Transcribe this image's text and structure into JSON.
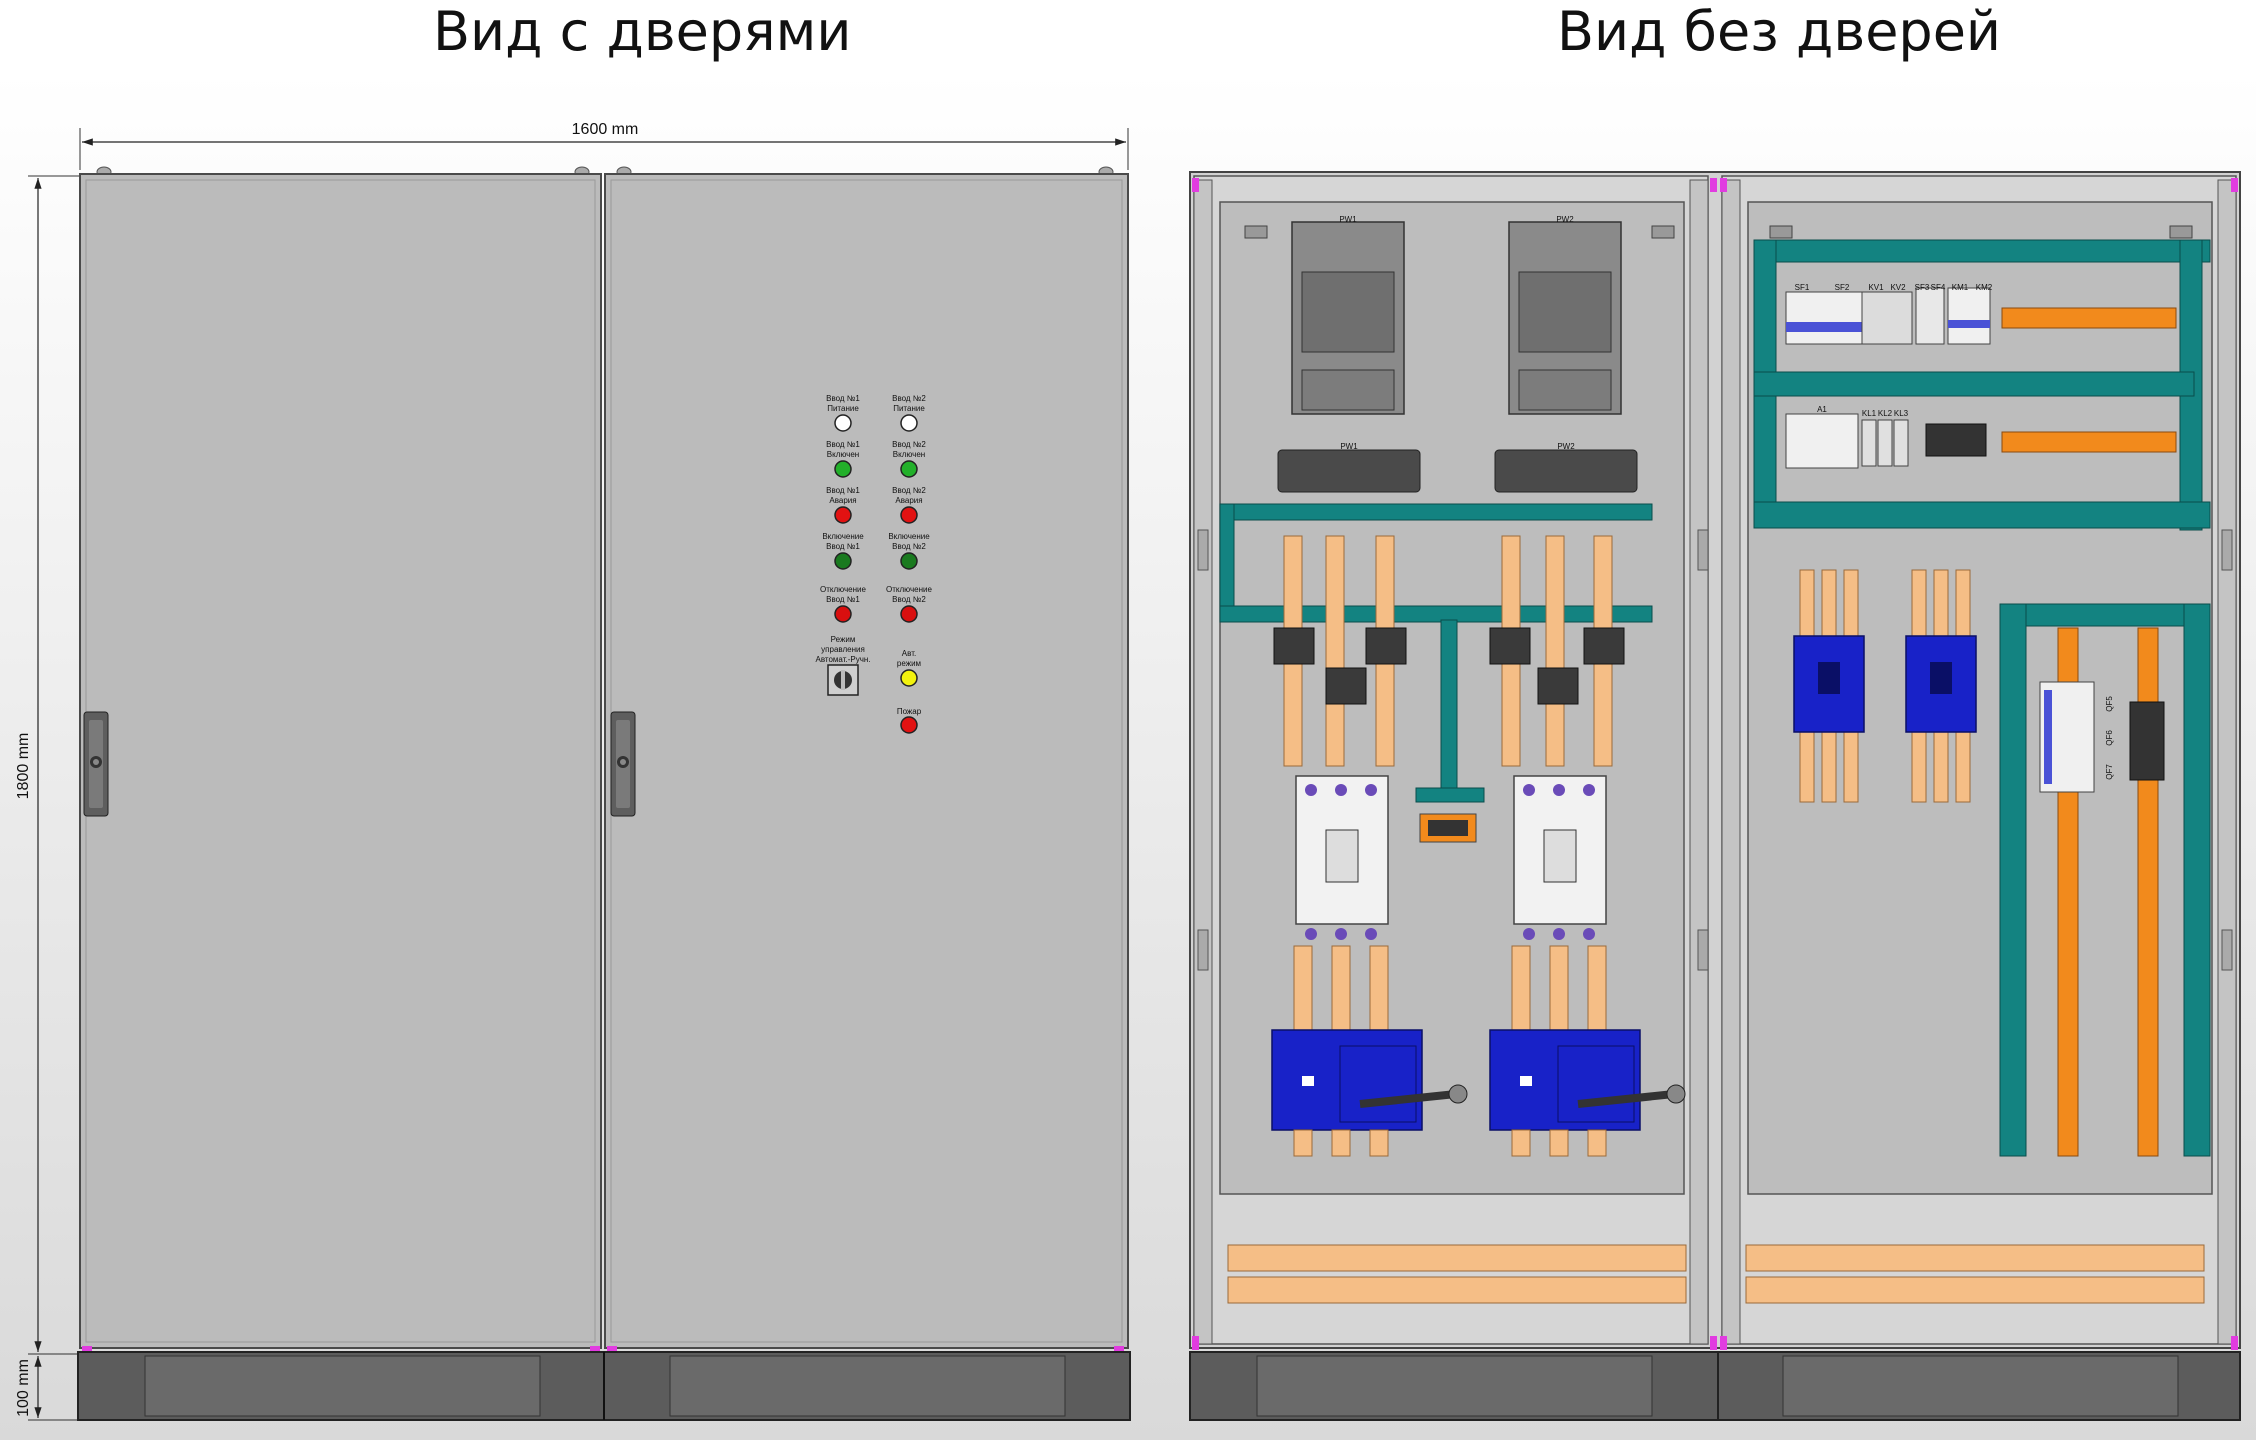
{
  "titles": {
    "left": "Вид с дверями",
    "right": "Вид без дверей"
  },
  "dimensions": {
    "width": "1600 mm",
    "height": "1800 mm",
    "plinth": "100 mm"
  },
  "door_panel": {
    "indicators": [
      {
        "label1": "Ввод №1",
        "label2": "Питание",
        "color": "#ffffff"
      },
      {
        "label1": "Ввод №2",
        "label2": "Питание",
        "color": "#ffffff"
      },
      {
        "label1": "Ввод №1",
        "label2": "Включен",
        "color": "#22b02a"
      },
      {
        "label1": "Ввод №2",
        "label2": "Включен",
        "color": "#22b02a"
      },
      {
        "label1": "Ввод №1",
        "label2": "Авария",
        "color": "#e21212"
      },
      {
        "label1": "Ввод №2",
        "label2": "Авария",
        "color": "#e21212"
      },
      {
        "label1": "Включение",
        "label2": "Ввод №1",
        "color": "#1a7a1f"
      },
      {
        "label1": "Включение",
        "label2": "Ввод №2",
        "color": "#1a7a1f"
      },
      {
        "label1": "Отключение",
        "label2": "Ввод №1",
        "color": "#d90f0f"
      },
      {
        "label1": "Отключение",
        "label2": "Ввод №2",
        "color": "#d90f0f"
      }
    ],
    "mode_switch": {
      "line1": "Режим",
      "line2": "управления",
      "line3": "Автомат.-Ручн."
    },
    "auto_lamp": {
      "line1": "Авт.",
      "line2": "режим",
      "color": "#f2f20e"
    },
    "fire_lamp": {
      "label": "Пожар",
      "color": "#e21212"
    }
  },
  "interior": {
    "meters": [
      "PW1",
      "PW2"
    ],
    "meter_displays": [
      "PW1",
      "PW2"
    ],
    "top_devices": [
      "SF1",
      "SF2",
      "KV1",
      "KV2",
      "SF3",
      "SF4",
      "KM1",
      "KM2"
    ],
    "relay_labels": [
      "A1",
      "KL1",
      "KL2",
      "KL3"
    ],
    "breaker_labels": [
      "QF5",
      "QF6",
      "QF7"
    ]
  },
  "colors": {
    "cabinet": "#b9b9b9",
    "frame": "#d4d4d4",
    "teal": "#138381",
    "copper": "#f5be86",
    "orange": "#f28a1c",
    "blue": "#1822c8"
  }
}
